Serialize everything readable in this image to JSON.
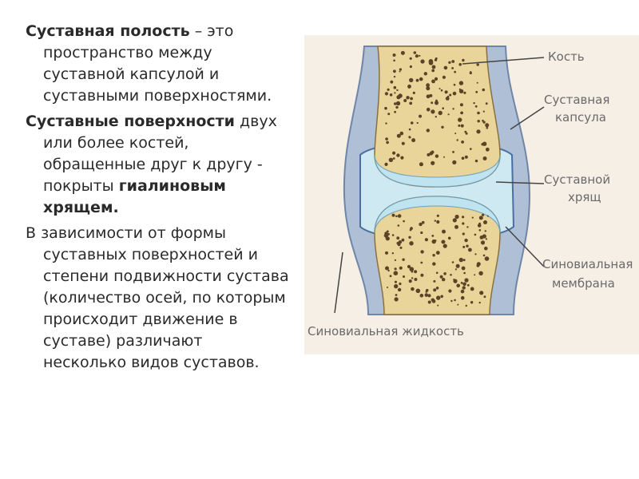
{
  "paragraphs": [
    {
      "term": "Суставная полость",
      "rest": " – это пространство между суставной капсулой и суставными поверхностями."
    },
    {
      "term": "Суставные поверхности",
      "rest": " двух или более костей, обращенные друг к другу - покрыты ",
      "emph": "гиалиновым  хрящем."
    },
    {
      "text": "В зависимости от формы суставных поверхностей и степени подвижности сустава (количество осей, по которым происходит движение в суставе) различают несколько видов суставов."
    }
  ],
  "diagram": {
    "labels": {
      "bone": "Кость",
      "capsule_line1": "Суставная",
      "capsule_line2": "капсула",
      "cartilage_line1": "Суставной",
      "cartilage_line2": "хрящ",
      "membrane_line1": "Синовиальная",
      "membrane_line2": "мембрана",
      "fluid": "Синовиальная жидкость"
    },
    "colors": {
      "bone_fill": "#e9d49a",
      "bone_pores": "#5a4326",
      "capsule": "#aebfd6",
      "cartilage": "#bfe3ef",
      "membrane_outline": "#4b6fa0",
      "background": "#f6efe6"
    }
  }
}
